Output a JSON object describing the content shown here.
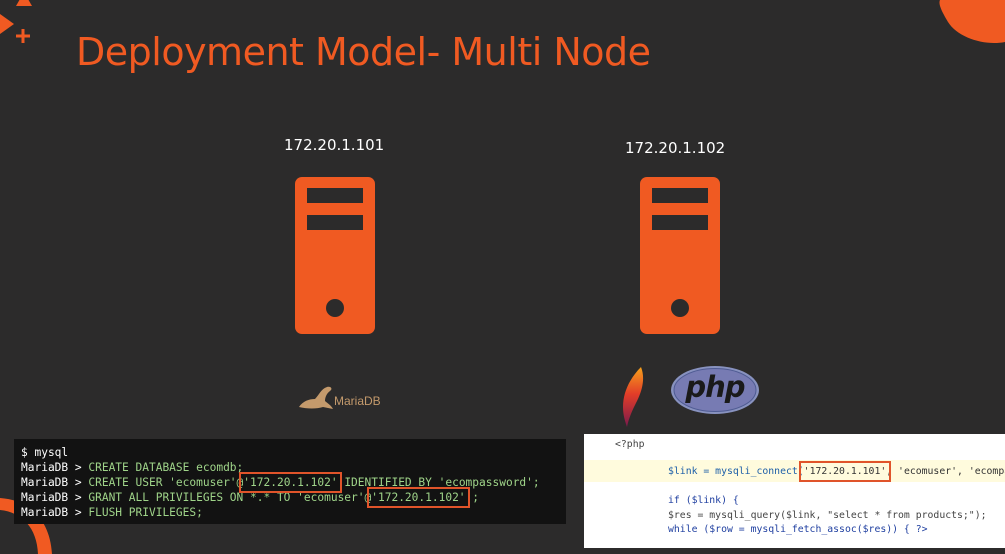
{
  "slide": {
    "title": "Deployment Model- Multi Node",
    "accent_color": "#f05a22"
  },
  "nodes": [
    {
      "ip": "172.20.1.101",
      "icon": "server-icon",
      "logos": [
        "mariadb-logo"
      ]
    },
    {
      "ip": "172.20.1.102",
      "icon": "server-icon",
      "logos": [
        "apache-feather-logo",
        "php-logo"
      ]
    }
  ],
  "logos": {
    "mariadb": "MariaDB",
    "php": "php"
  },
  "terminal": {
    "prompt_line": "$ mysql",
    "prompt": "MariaDB > ",
    "line1": "CREATE DATABASE ecomdb;",
    "line2_pre": "CREATE USER 'ecomuser'@",
    "line2_ip": "'172.20.1.102'",
    "line2_post": " IDENTIFIED BY 'ecompassword';",
    "line3_pre": "GRANT ALL PRIVILEGES ON *.* TO 'ecomuser'@",
    "line3_ip": "'172.20.1.102'",
    "line3_post": " ;",
    "line4": "FLUSH PRIVILEGES;"
  },
  "code": {
    "open_tag": "<?php",
    "link_pre": "$link = mysqli_connect(",
    "link_ip": "'172.20.1.101'",
    "link_post": ", 'ecomuser', 'ecompassword'",
    "if_line": "if ($link) {",
    "res_line": "$res = mysqli_query($link, \"select * from products;\");",
    "while_line": "while ($row = mysqli_fetch_assoc($res)) { ?>"
  }
}
